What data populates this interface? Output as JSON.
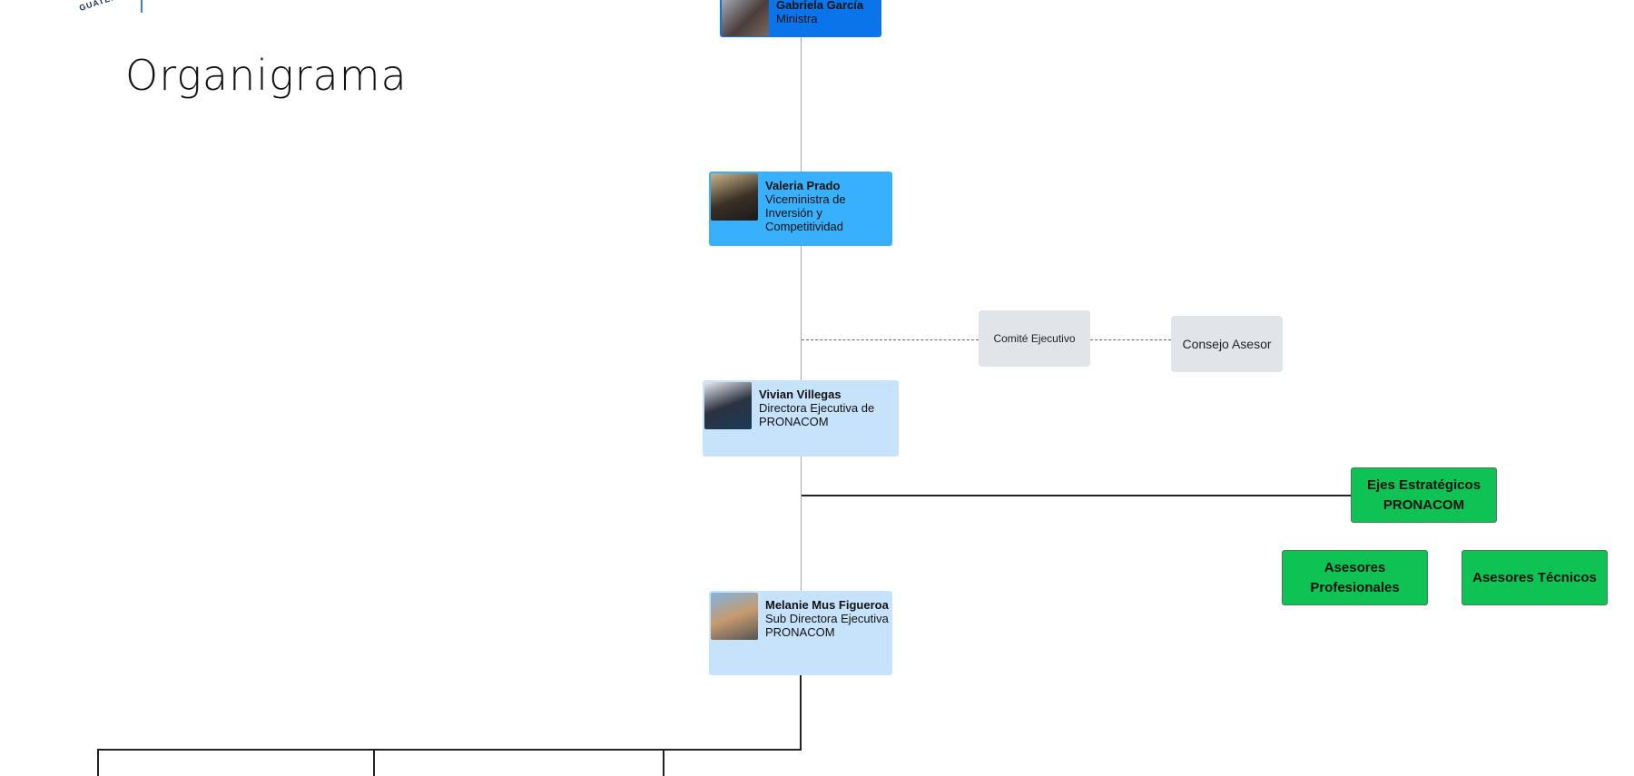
{
  "logo": {
    "text": "GUATEMALA"
  },
  "title": "Organigrama",
  "people": [
    {
      "name": "Gabriela García",
      "role": "Ministra"
    },
    {
      "name": "Valeria Prado",
      "role": "Viceministra de Inversión y Competitividad"
    },
    {
      "name": "Vivian Villegas",
      "role": "Directora Ejecutiva de PRONACOM"
    },
    {
      "name": "Melanie Mus Figueroa",
      "role": "Sub Directora Ejecutiva PRONACOM"
    }
  ],
  "committees": {
    "comite": "Comité Ejecutivo",
    "consejo": "Consejo Asesor"
  },
  "units": {
    "ejes": "Ejes Estratégicos PRONACOM",
    "profesionales": "Asesores Profesionales",
    "tecnicos": "Asesores Técnicos"
  },
  "colors": {
    "minister": "#0a74ea",
    "vice": "#38b0fb",
    "director": "#c6e3fb",
    "green": "#0ec253",
    "gray": "#e1e5ea"
  }
}
